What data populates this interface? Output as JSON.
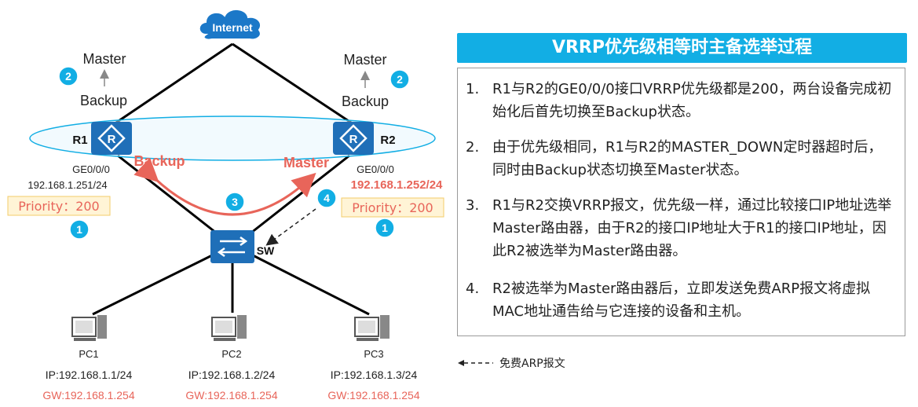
{
  "network": {
    "internet": "Internet",
    "r1": {
      "name": "R1",
      "role_from": "Backup",
      "role_to": "Master",
      "interface": "GE0/0/0",
      "ip": "192.168.1.251/24",
      "priority": "Priority：200",
      "state_label": "Backup"
    },
    "r2": {
      "name": "R2",
      "role_from": "Backup",
      "role_to": "Master",
      "interface": "GE0/0/0",
      "ip": "192.168.1.252/24",
      "priority": "Priority：200",
      "state_label": "Master"
    },
    "switch": "SW",
    "pcs": [
      {
        "name": "PC1",
        "ip": "IP:192.168.1.1/24",
        "gw": "GW:192.168.1.254"
      },
      {
        "name": "PC2",
        "ip": "IP:192.168.1.2/24",
        "gw": "GW:192.168.1.254"
      },
      {
        "name": "PC3",
        "ip": "IP:192.168.1.3/24",
        "gw": "GW:192.168.1.254"
      }
    ],
    "badges": {
      "one": "1",
      "two": "2",
      "three": "3",
      "four": "4"
    }
  },
  "panel": {
    "title": "VRRP优先级相等时主备选举过程",
    "steps": [
      {
        "num": "1.",
        "text": "R1与R2的GE0/0/0接口VRRP优先级都是200，两台设备完成初始化后首先切换至Backup状态。"
      },
      {
        "num": "2.",
        "text": "由于优先级相同，R1与R2的MASTER_DOWN定时器超时后，同时由Backup状态切换至Master状态。"
      },
      {
        "num": "3.",
        "text": "R1与R2交换VRRP报文，优先级一样，通过比较接口IP地址选举Master路由器，由于R2的接口IP地址大于R1的接口IP地址，因此R2被选举为Master路由器。"
      },
      {
        "num": "4.",
        "text": "R2被选举为Master路由器后，立即发送免费ARP报文将虚拟MAC地址通告给与它连接的设备和主机。"
      }
    ]
  },
  "legend": {
    "text": "免费ARP报文"
  },
  "colors": {
    "accent": "#12aee4",
    "router": "#1f6fb8",
    "red": "#e8655a",
    "priority_bg": "#fff4d6",
    "priority_border": "#f3cc6a"
  }
}
